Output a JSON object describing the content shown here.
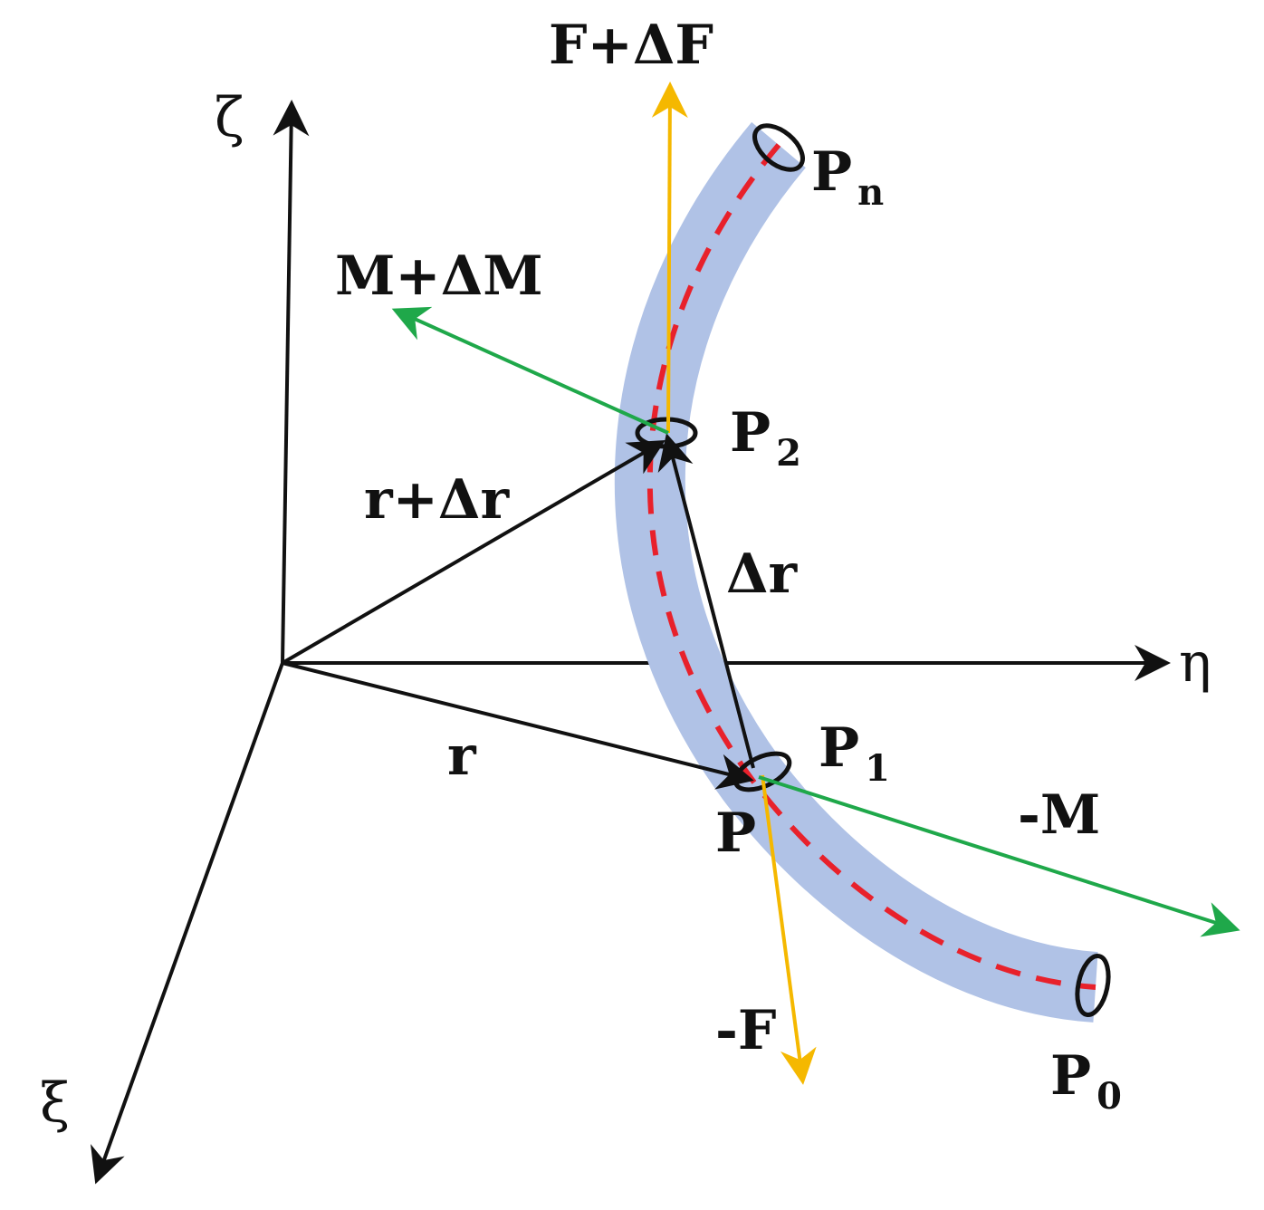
{
  "axes": {
    "zeta": "ζ",
    "eta": "η",
    "xi": "ξ"
  },
  "labels": {
    "f_plus_df": "F+ΔF",
    "m_plus_dm": "M+ΔM",
    "r_plus_dr": "r+Δr",
    "dr": "Δr",
    "r": "r",
    "minus_m": "-M",
    "minus_f": "-F",
    "p": "P",
    "pn": {
      "base": "P",
      "sub": "n"
    },
    "p2": {
      "base": "P",
      "sub": "2"
    },
    "p1": {
      "base": "P",
      "sub": "1"
    },
    "p0": {
      "base": "P",
      "sub": "0"
    }
  },
  "colors": {
    "tube": "#b0c2e6",
    "centerline": "#e8212b",
    "force": "#f5b800",
    "moment": "#1fa84a",
    "vector": "#111111"
  }
}
